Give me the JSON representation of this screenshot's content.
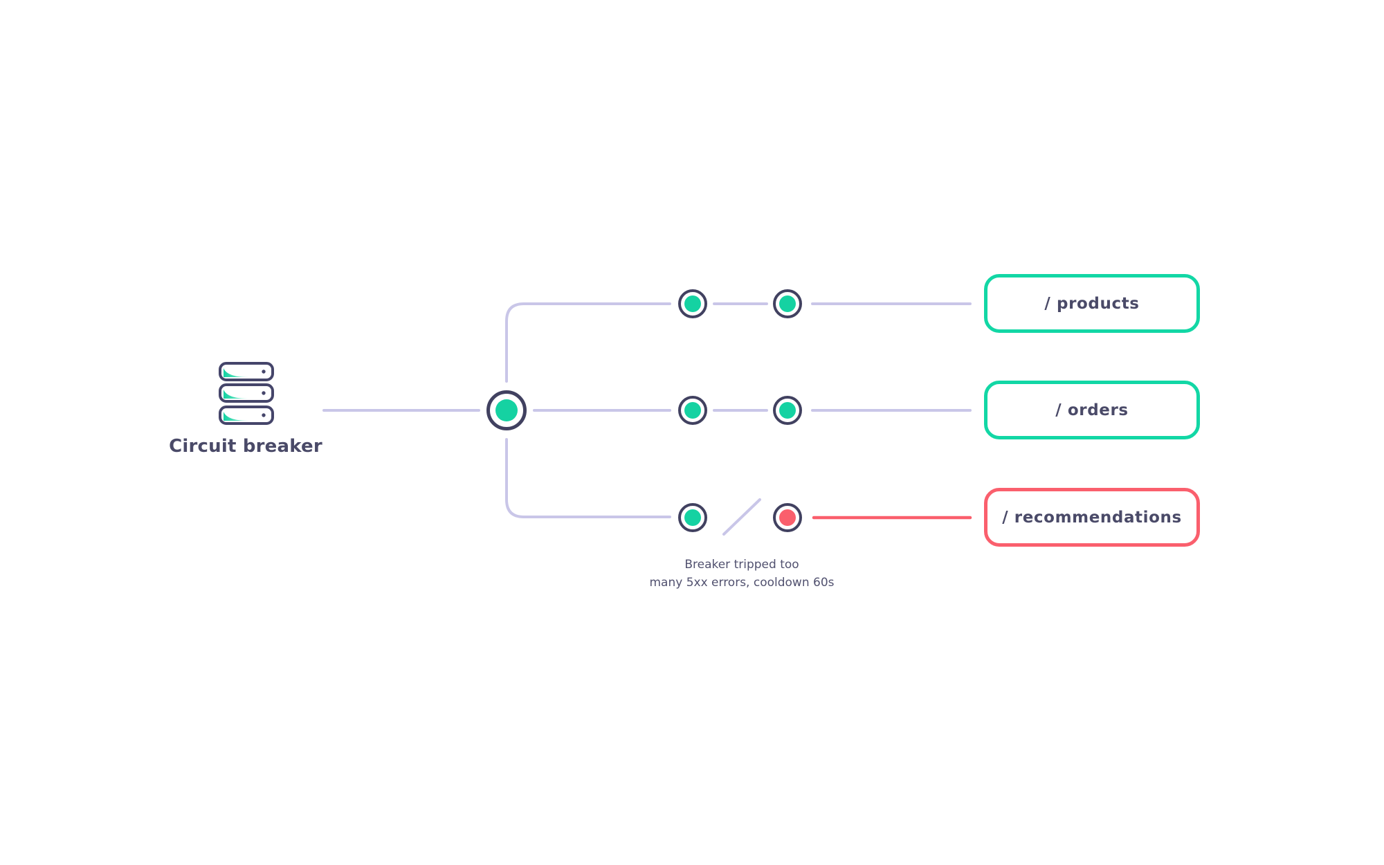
{
  "diagram": {
    "source": {
      "label": "Circuit breaker",
      "icon": "server-stack-icon"
    },
    "routes": [
      {
        "label": "/ products",
        "tripped": false
      },
      {
        "label": "/ orders",
        "tripped": false
      },
      {
        "label": "/ recommendations",
        "tripped": true
      }
    ],
    "note": {
      "line1": "Breaker tripped too",
      "line2": "many 5xx errors, cooldown 60s"
    }
  },
  "colors": {
    "background": "#ffffff",
    "teal_accent": "#12d7a5",
    "teal_fill": "#15d2a2",
    "red_accent": "#fa5f6d",
    "slate_stroke": "#414160",
    "slate_text": "#4a4a68",
    "lavender_wire": "#c9c6e8",
    "note_text": "#51516f"
  }
}
